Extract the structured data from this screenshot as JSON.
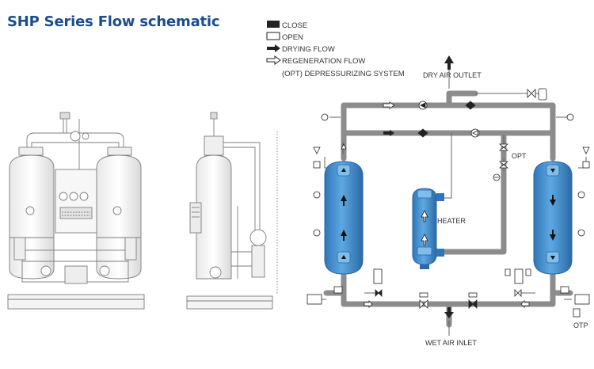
{
  "page": {
    "title": "SHP Series Flow schematic"
  },
  "legend": {
    "close": "CLOSE",
    "open": "OPEN",
    "drying_flow": "DRYING FLOW",
    "regeneration_flow": "REGENERATION FLOW",
    "opt_depressurizing": "(OPT) DEPRESSURIZING SYSTEM"
  },
  "schematic": {
    "dry_air_outlet": "DRY AIR OUTLET",
    "wet_air_inlet": "WET AIR INLET",
    "heater": "HEATER",
    "opt_valve": "OPT",
    "otp_drain": "OTP"
  },
  "colors": {
    "title": "#1e4d8c",
    "pipe": "#8a8a8a",
    "tower": "#3a86c8",
    "tower_light": "#6fb2e6",
    "drawing_line": "#7d7d7d"
  }
}
